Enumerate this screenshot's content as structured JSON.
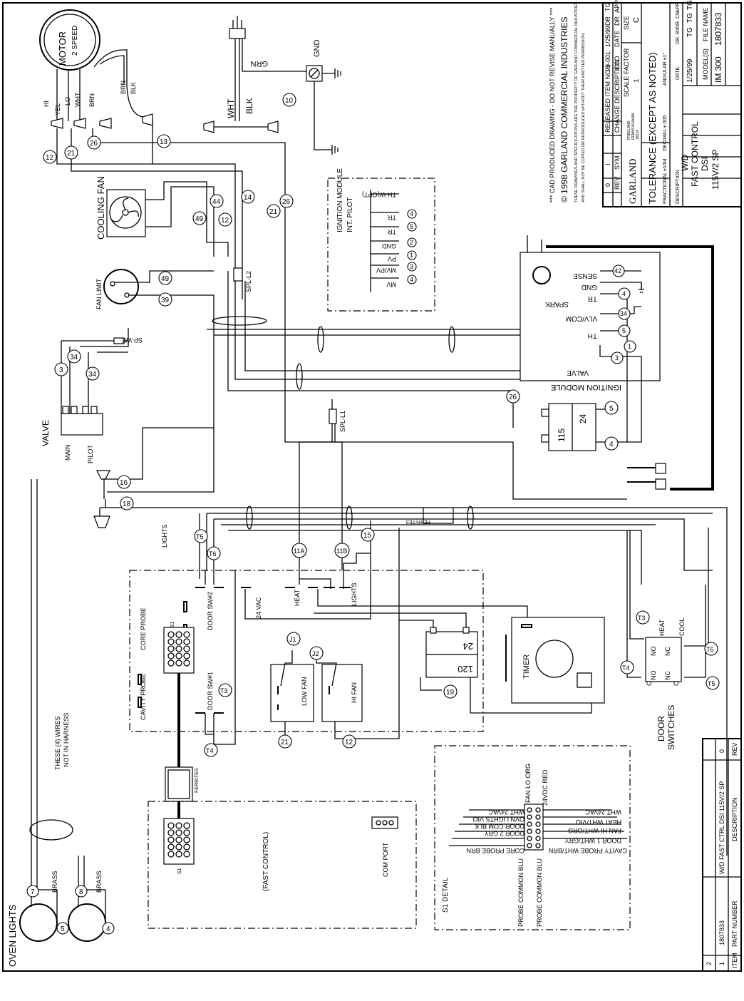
{
  "components": {
    "motor": "MOTOR",
    "motor_sub": "2 SPEED",
    "cooling_fan": "COOLING FAN",
    "fan_limit": "FAN LIMIT",
    "valve": "VALVE",
    "valve_main": "MAIN",
    "valve_pilot": "PILOT",
    "ignition_module": "IGNITION MODULE",
    "spark": "SPARK",
    "lights": "LIGHTS",
    "timer": "TIMER",
    "low_fan": "LOW FAN",
    "hi_fan": "HI FAN",
    "door_switches_1": "DOOR",
    "door_switches_2": "SWITCHES",
    "oven_lights": "OVEN LIGHTS",
    "brass": "BRASS",
    "ferrites": "FERRITES",
    "fast_control": "(FAST CONTROL)",
    "com_port": "COM PORT",
    "s1": "S1",
    "s1_detail": "S1 DETAIL",
    "cavity_probe": "CAVITY PROBE",
    "core_probe": "CORE PROBE",
    "door_sw1": "DOOR SW#1",
    "door_sw2": "DOOR SW#2",
    "vac24": "24 VAC",
    "heat": "HEAT",
    "cool": "COOL",
    "not_in_harness_1": "THESE (4) WIRES",
    "not_in_harness_2": "NOT IN HARNESS",
    "spl_l1": "SPL-L1",
    "spl_l2": "SPL-L2",
    "sp_we": "SP-WE",
    "gnd": "GND",
    "grn": "GRN",
    "wht": "WHT",
    "blk": "BLK",
    "brn": "BRN",
    "yel": "YEL",
    "hi": "HI",
    "lo": "LO",
    "no": "NO",
    "nc": "NC",
    "c": "C",
    "xf_120": "120",
    "xf_24": "24",
    "xf_115": "115"
  },
  "ign_terminals": [
    "SENSE",
    "GND",
    "TR",
    "VLV/COM",
    "TH",
    "VALVE"
  ],
  "ign_terminal_nums": [
    "42",
    "4",
    "34",
    "5",
    "1",
    "3"
  ],
  "int_pilot": {
    "title_1": "IGNITION MODULE",
    "title_2": "INT. PILOT",
    "terminals": [
      "TH-W(OPT)",
      "TR",
      "TR",
      "GND",
      "PV",
      "MV/PV",
      "MV"
    ],
    "nums": [
      "4",
      "5",
      "2",
      "1",
      "3",
      "4"
    ]
  },
  "wire_numbers": [
    "12",
    "21",
    "26",
    "13",
    "10",
    "14",
    "21",
    "26",
    "44",
    "12",
    "49",
    "49",
    "39",
    "3",
    "34",
    "34",
    "16",
    "18",
    "T5",
    "T6",
    "11A",
    "11B",
    "15",
    "26",
    "5",
    "4",
    "T3",
    "J1",
    "J2",
    "T3",
    "T4",
    "21",
    "12",
    "19",
    "T4",
    "T6",
    "T5",
    "7",
    "5",
    "8",
    "4"
  ],
  "s1_detail": {
    "left_labels": [
      "PROBE COMMON BLU",
      "PROBE COMMON BLU",
      "CORE PROBE BRN",
      "DOOR 2 GRY",
      "DOOR COM BLK",
      "OVN LIGHTS VIO",
      "WHT 24VAC"
    ],
    "right_labels": [
      "CAVITY PROBE WHT/BRN",
      "DOOR 1 WHT/GRY",
      "FAN HI WHT/ORG",
      "HEAT WHT/VIO",
      "WHT 24VAC",
      "24VDC RED",
      "FAN LO ORG"
    ]
  },
  "title_block": {
    "notice": "*** CAD PRODUCED DRAWING - DO NOT REVISE MANUALLY ***",
    "copyright": "© 1998 GARLAND COMMERCIAL INDUSTRIES",
    "legal_1": "THESE DRAWINGS AND SPECIFICATIONS ARE THE PROPERTY OF GARLAND COMMERCIAL INDUSTRIES",
    "legal_2": "AND SHALL NOT BE COPIED OR REPRODUCED WITHOUT THEIR WRITTEN PERMISSION.",
    "rev_row": {
      "rev": "0",
      "sym": "I",
      "desc": "RELEASED ITEM NO 1",
      "eco": "99-001",
      "date": "1/25/99",
      "dr": "DR",
      "app": "TG"
    },
    "rev_headers": {
      "rev": "REV",
      "sym": "SYM",
      "desc": "CHANGE DESCRIPTION",
      "eco": "ECO",
      "date": "DATE",
      "dr": "DR",
      "app": "APP"
    },
    "company": "GARLAND",
    "location_1": "FREELAND",
    "location_2": "PENNSYLVANIA",
    "location_3": "18224",
    "scale_label": "SCALE FACTOR",
    "scale": "1",
    "size_label": "SIZE",
    "size": "C",
    "tolerance": "TOLERANCE (EXCEPT AS NOTED)",
    "fractional": "FRACTIONAL ±1/64",
    "decimal": "DECIMAL ±.005",
    "angular": "ANGULAR ±1°",
    "description_label": "DESCRIPTION",
    "description_1": "W/D",
    "description_2": "FAST CONTROL",
    "description_3": "DSI",
    "description_4": "115V/2 SP",
    "date_label": "DATE",
    "date": "1/25/99",
    "dr_by_label": "DR. BY",
    "dr_by": "TG",
    "dr_ck_label": "DR. CK.",
    "dr_ck": "TG",
    "app_label": "APP.",
    "app": "TG",
    "model_label": "MODEL(S)",
    "model": "IM 300",
    "file_label": "FILE NAME",
    "file": "1807833"
  },
  "parts_table": {
    "headers": {
      "item": "ITEM",
      "part": "PART NUMBER",
      "desc": "DESCRIPTION",
      "rev": "REV"
    },
    "rows": [
      {
        "item": "1",
        "part": "1807833",
        "desc": "W/D FAST CTRL DSI 115V/2 SP",
        "rev": "0"
      },
      {
        "item": "2",
        "part": "",
        "desc": "",
        "rev": ""
      }
    ]
  }
}
